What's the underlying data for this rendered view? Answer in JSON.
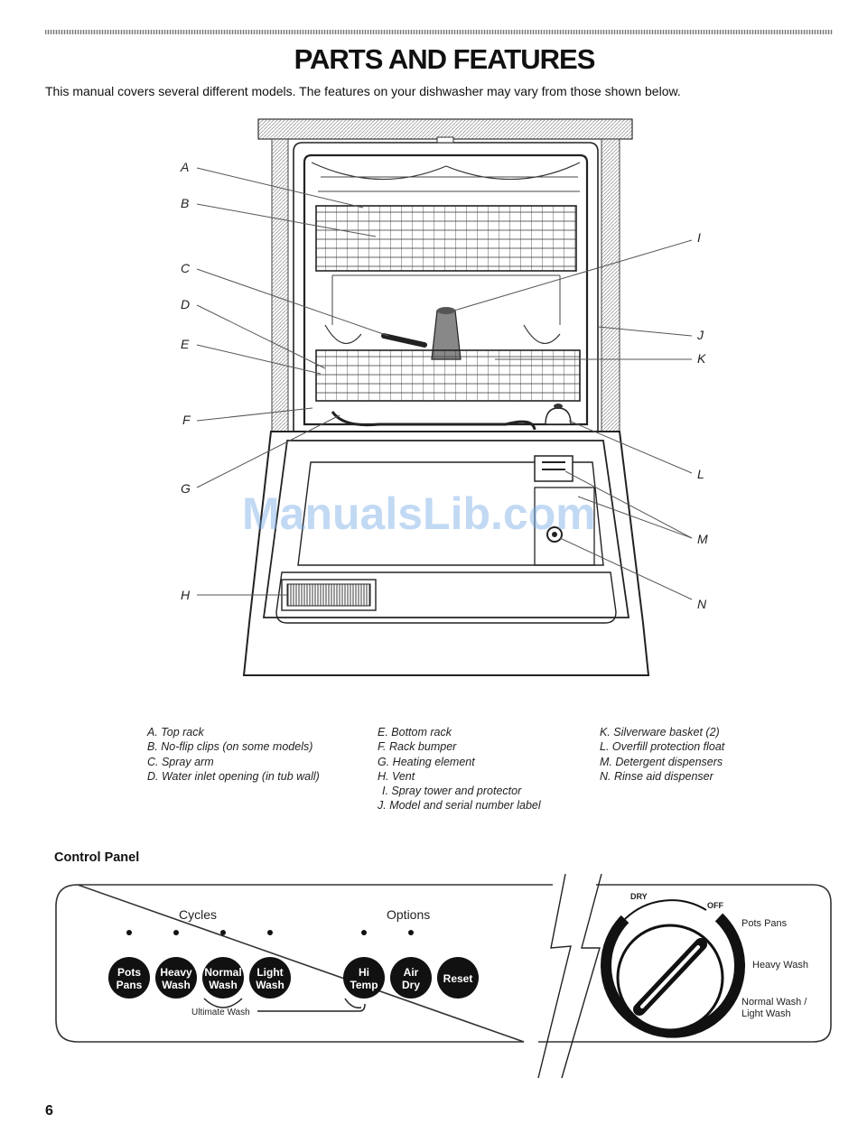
{
  "page": {
    "title": "PARTS AND FEATURES",
    "intro": "This manual covers several different models. The features on your dishwasher may vary from those shown below.",
    "page_number": "6",
    "watermark": "ManualsLib.com"
  },
  "callouts": [
    "A",
    "B",
    "C",
    "D",
    "E",
    "F",
    "G",
    "H",
    "I",
    "J",
    "K",
    "L",
    "M",
    "N"
  ],
  "parts": {
    "col1": [
      "A. Top rack",
      "B. No-flip clips (on some models)",
      "C. Spray arm",
      "D. Water inlet opening (in tub wall)"
    ],
    "col2": [
      "E. Bottom rack",
      "F. Rack bumper",
      "G. Heating element",
      "H. Vent",
      "I. Spray tower and protector",
      "J. Model and serial number label"
    ],
    "col3": [
      "K. Silverware basket (2)",
      "L. Overfill protection float",
      "M. Detergent dispensers",
      "N. Rinse aid dispenser"
    ]
  },
  "control_panel": {
    "heading": "Control Panel",
    "cycles_label": "Cycles",
    "options_label": "Options",
    "ultimate_wash": "Ultimate Wash",
    "buttons": [
      {
        "l1": "Pots",
        "l2": "Pans"
      },
      {
        "l1": "Heavy",
        "l2": "Wash"
      },
      {
        "l1": "Normal",
        "l2": "Wash"
      },
      {
        "l1": "Light",
        "l2": "Wash"
      },
      {
        "l1": "Hi",
        "l2": "Temp"
      },
      {
        "l1": "Air",
        "l2": "Dry"
      },
      {
        "l1": "Reset",
        "l2": ""
      }
    ],
    "dial": {
      "dry": "DRY",
      "off": "OFF",
      "pots_pans": "Pots Pans",
      "heavy_wash": "Heavy Wash",
      "normal_l1": "Normal Wash /",
      "normal_l2": "Light Wash"
    }
  }
}
